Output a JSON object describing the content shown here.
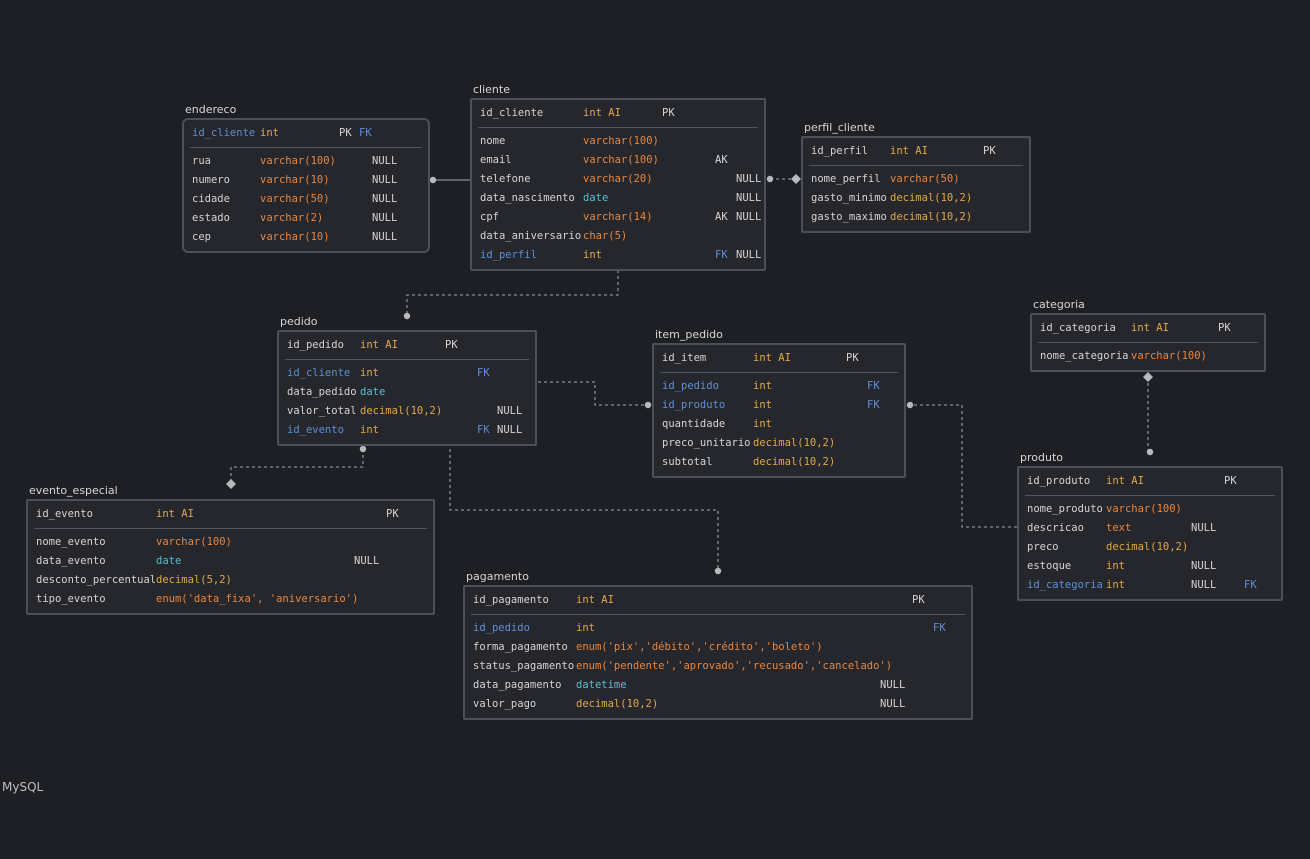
{
  "tables": {
    "endereco": {
      "name": "endereco",
      "pk": {
        "name": "id_cliente",
        "type": "int",
        "flag": "PK",
        "flag2": "FK"
      },
      "cols": [
        {
          "name": "rua",
          "type": "varchar(100)",
          "null": "NULL"
        },
        {
          "name": "numero",
          "type": "varchar(10)",
          "null": "NULL"
        },
        {
          "name": "cidade",
          "type": "varchar(50)",
          "null": "NULL"
        },
        {
          "name": "estado",
          "type": "varchar(2)",
          "null": "NULL"
        },
        {
          "name": "cep",
          "type": "varchar(10)",
          "null": "NULL"
        }
      ]
    },
    "cliente": {
      "name": "cliente",
      "pk": {
        "name": "id_cliente",
        "type": "int AI",
        "flag": "PK"
      },
      "cols": [
        {
          "name": "nome",
          "type": "varchar(100)"
        },
        {
          "name": "email",
          "type": "varchar(100)",
          "flag": "AK"
        },
        {
          "name": "telefone",
          "type": "varchar(20)",
          "null": "NULL"
        },
        {
          "name": "data_nascimento",
          "type": "date",
          "null": "NULL"
        },
        {
          "name": "cpf",
          "type": "varchar(14)",
          "null": "NULL",
          "flag": "AK"
        },
        {
          "name": "data_aniversario",
          "type": "char(5)"
        },
        {
          "name": "id_perfil",
          "type": "int",
          "null": "NULL",
          "flag": "FK"
        }
      ]
    },
    "perfil_cliente": {
      "name": "perfil_cliente",
      "pk": {
        "name": "id_perfil",
        "type": "int AI",
        "flag": "PK"
      },
      "cols": [
        {
          "name": "nome_perfil",
          "type": "varchar(50)"
        },
        {
          "name": "gasto_minimo",
          "type": "decimal(10,2)"
        },
        {
          "name": "gasto_maximo",
          "type": "decimal(10,2)"
        }
      ]
    },
    "pedido": {
      "name": "pedido",
      "pk": {
        "name": "id_pedido",
        "type": "int AI",
        "flag": "PK"
      },
      "cols": [
        {
          "name": "id_cliente",
          "type": "int",
          "flag": "FK"
        },
        {
          "name": "data_pedido",
          "type": "date"
        },
        {
          "name": "valor_total",
          "type": "decimal(10,2)",
          "null": "NULL"
        },
        {
          "name": "id_evento",
          "type": "int",
          "null": "NULL",
          "flag": "FK"
        }
      ]
    },
    "item_pedido": {
      "name": "item_pedido",
      "pk": {
        "name": "id_item",
        "type": "int AI",
        "flag": "PK"
      },
      "cols": [
        {
          "name": "id_pedido",
          "type": "int",
          "flag": "FK"
        },
        {
          "name": "id_produto",
          "type": "int",
          "flag": "FK"
        },
        {
          "name": "quantidade",
          "type": "int"
        },
        {
          "name": "preco_unitario",
          "type": "decimal(10,2)"
        },
        {
          "name": "subtotal",
          "type": "decimal(10,2)"
        }
      ]
    },
    "categoria": {
      "name": "categoria",
      "pk": {
        "name": "id_categoria",
        "type": "int AI",
        "flag": "PK"
      },
      "cols": [
        {
          "name": "nome_categoria",
          "type": "varchar(100)"
        }
      ]
    },
    "produto": {
      "name": "produto",
      "pk": {
        "name": "id_produto",
        "type": "int AI",
        "flag": "PK"
      },
      "cols": [
        {
          "name": "nome_produto",
          "type": "varchar(100)"
        },
        {
          "name": "descricao",
          "type": "text",
          "null": "NULL"
        },
        {
          "name": "preco",
          "type": "decimal(10,2)"
        },
        {
          "name": "estoque",
          "type": "int",
          "null": "NULL"
        },
        {
          "name": "id_categoria",
          "type": "int",
          "null": "NULL",
          "flag": "FK"
        }
      ]
    },
    "evento_especial": {
      "name": "evento_especial",
      "pk": {
        "name": "id_evento",
        "type": "int AI",
        "flag": "PK"
      },
      "cols": [
        {
          "name": "nome_evento",
          "type": "varchar(100)"
        },
        {
          "name": "data_evento",
          "type": "date",
          "null": "NULL"
        },
        {
          "name": "desconto_percentual",
          "type": "decimal(5,2)"
        },
        {
          "name": "tipo_evento",
          "type": "enum('data_fixa', 'aniversario')"
        }
      ]
    },
    "pagamento": {
      "name": "pagamento",
      "pk": {
        "name": "id_pagamento",
        "type": "int AI",
        "flag": "PK"
      },
      "cols": [
        {
          "name": "id_pedido",
          "type": "int",
          "flag": "FK"
        },
        {
          "name": "forma_pagamento",
          "type": "enum('pix','débito','crédito','boleto')"
        },
        {
          "name": "status_pagamento",
          "type": "enum('pendente','aprovado','recusado','cancelado')"
        },
        {
          "name": "data_pagamento",
          "type": "datetime",
          "null": "NULL"
        },
        {
          "name": "valor_pago",
          "type": "decimal(10,2)",
          "null": "NULL"
        }
      ]
    }
  },
  "footer": "MySQL",
  "colors": {
    "background": "#1e1f24",
    "table_bg": "#26272d",
    "border": "#4e5057",
    "fk_name": "#5b8fd9",
    "type": "#e0a84a",
    "varchar": "#e7863e",
    "date_type": "#57bfd1",
    "connector": "#8a8c92"
  }
}
